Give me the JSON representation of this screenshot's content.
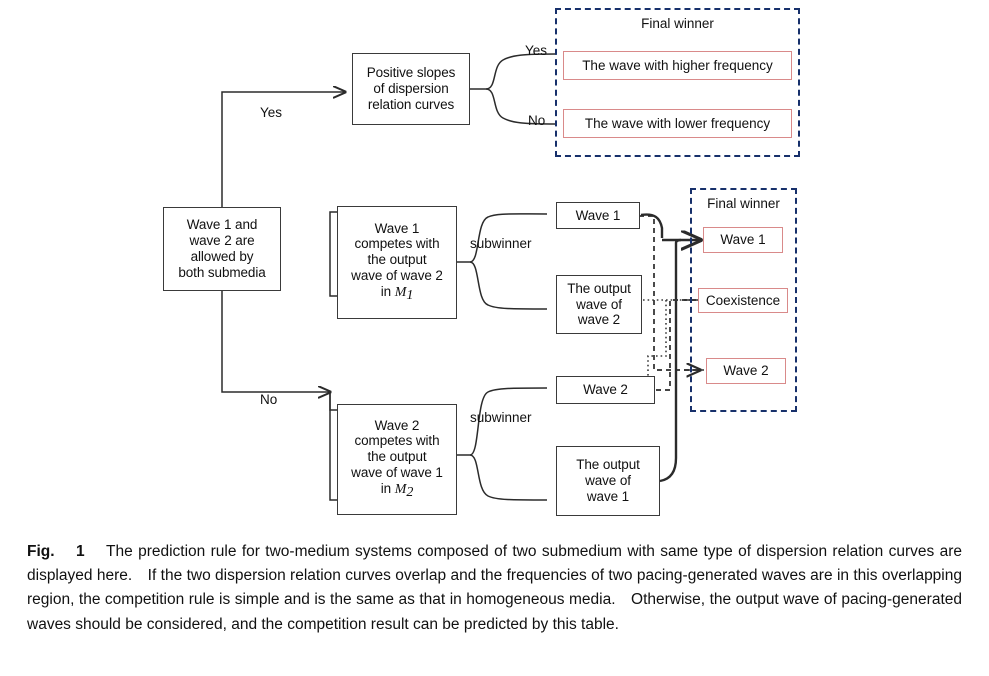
{
  "figure": {
    "label": "Fig.",
    "number": "1",
    "caption": "The prediction rule for two-medium systems composed of two submedium with same type of dispersion relation curves are displayed here. If the two dispersion relation curves overlap and the frequencies of two pacing-generated waves are in this overlapping region, the competition rule is simple and is the same as that in homogeneous media. Otherwise, the output wave of pacing-generated waves should be considered, and the competition result can be predicted by this table."
  },
  "diagram": {
    "root_box": "Wave 1 and\nwave 2 are\nallowed by\nboth submedia",
    "branch_yes_label": "Yes",
    "branch_no_label": "No",
    "slopes_box": "Positive slopes\nof dispersion\nrelation curves",
    "slopes_yes_label": "Yes",
    "slopes_no_label": "No",
    "top_panel": {
      "title": "Final winner",
      "options": [
        "The wave with higher frequency",
        "The wave with lower frequency"
      ]
    },
    "m1_box": {
      "lines": "Wave 1\ncompetes with\nthe output\nwave of wave 2\nin ",
      "medium": "M",
      "medium_index": "1"
    },
    "m2_box": {
      "lines": "Wave 2\ncompetes with\nthe output\nwave of wave 1\nin ",
      "medium": "M",
      "medium_index": "2"
    },
    "subwinner_label_top": "subwinner",
    "subwinner_label_bottom": "subwinner",
    "subwinners_top": [
      "Wave 1",
      "The output\nwave of\nwave 2"
    ],
    "subwinners_bottom": [
      "Wave 2",
      "The output\nwave of\nwave 1"
    ],
    "right_panel": {
      "title": "Final winner",
      "options": [
        "Wave 1",
        "Coexistence",
        "Wave 2"
      ]
    }
  },
  "colors": {
    "panel_border": "#17306b",
    "option_border": "#d98a8a",
    "box_border": "#3a3a3a",
    "text": "#111111",
    "background": "#ffffff"
  }
}
